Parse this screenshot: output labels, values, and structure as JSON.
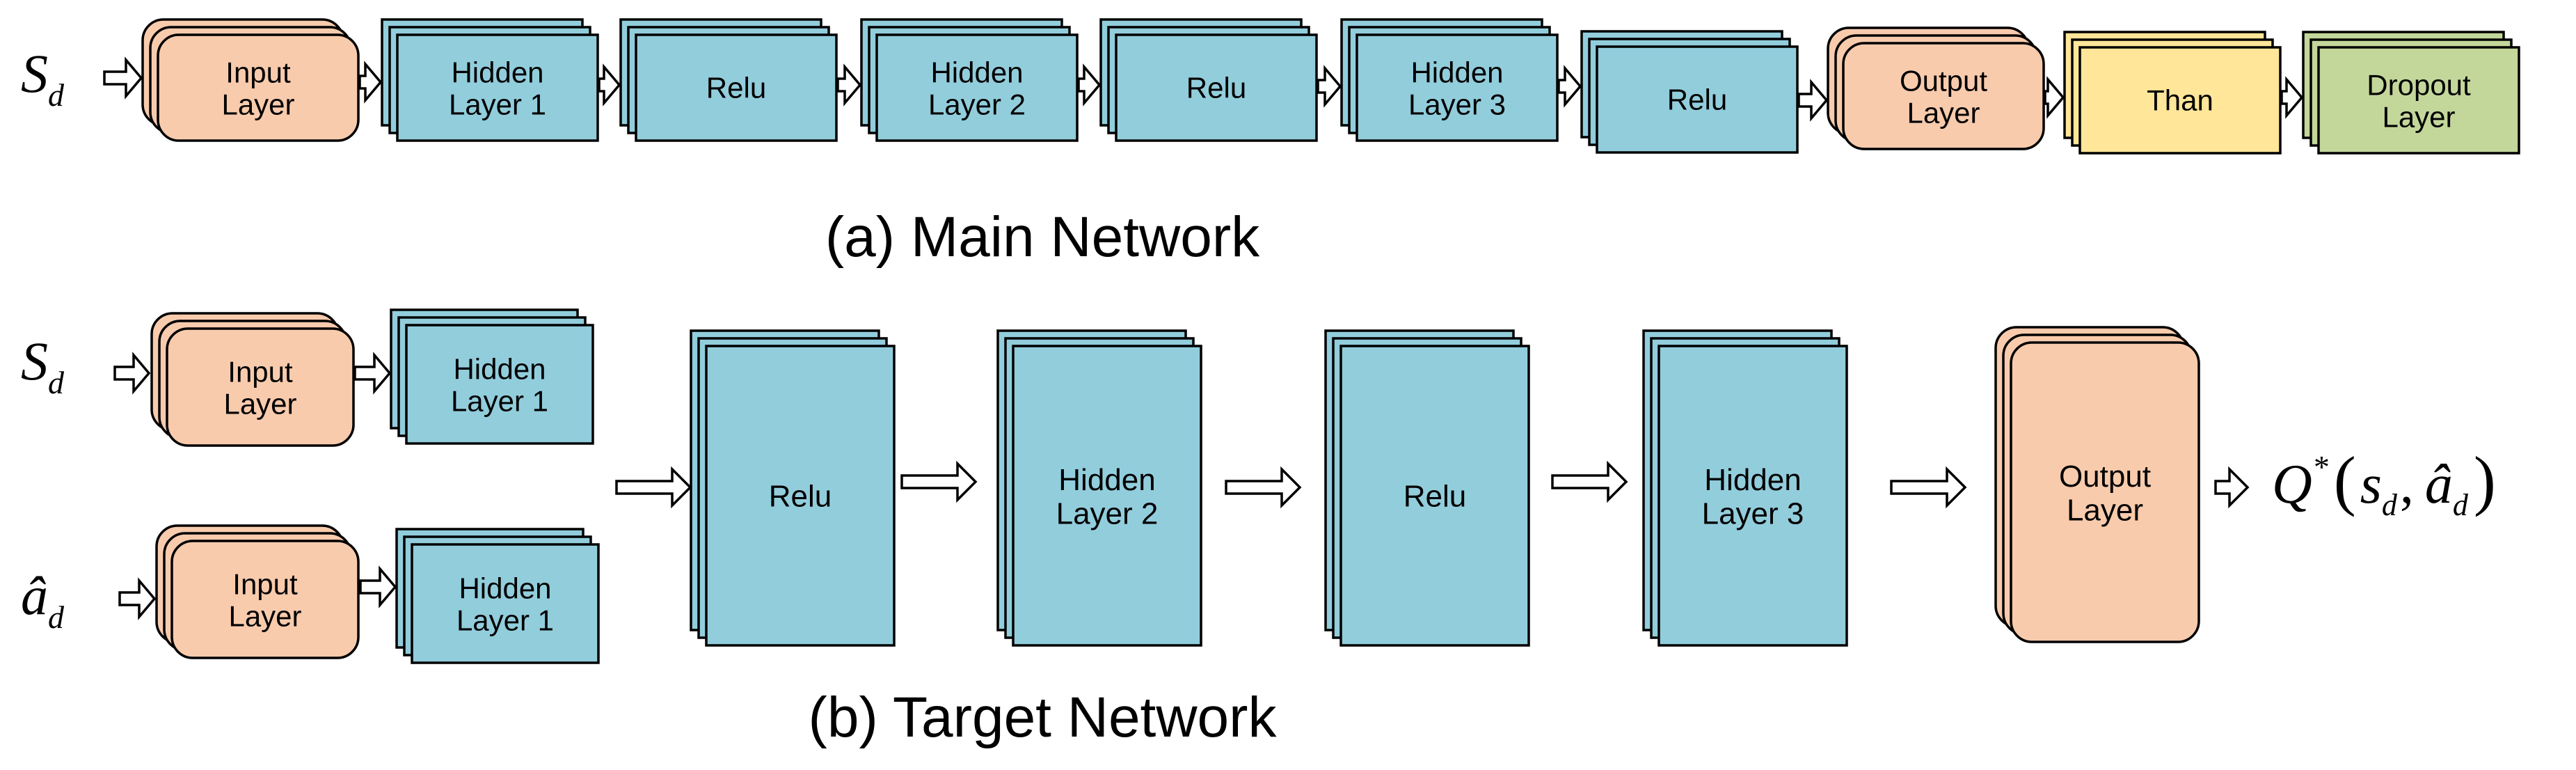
{
  "colors": {
    "peach": "#F8CBAD",
    "blue": "#92CDDC",
    "yellow": "#FFE699",
    "green": "#C4D79B",
    "stroke": "#000000"
  },
  "main_network": {
    "caption": "(a) Main Network",
    "input_symbol": {
      "base": "S",
      "sub": "d"
    },
    "blocks": [
      {
        "line1": "Input",
        "line2": "Layer"
      },
      {
        "line1": "Hidden",
        "line2": "Layer 1"
      },
      {
        "line1": "Relu",
        "line2": ""
      },
      {
        "line1": "Hidden",
        "line2": "Layer 2"
      },
      {
        "line1": "Relu",
        "line2": ""
      },
      {
        "line1": "Hidden",
        "line2": "Layer 3"
      },
      {
        "line1": "Relu",
        "line2": ""
      },
      {
        "line1": "Output",
        "line2": "Layer"
      },
      {
        "line1": "Than",
        "line2": ""
      },
      {
        "line1": "Dropout",
        "line2": "Layer"
      }
    ]
  },
  "target_network": {
    "caption": "(b) Target Network",
    "state_symbol": {
      "base": "S",
      "sub": "d"
    },
    "action_symbol": {
      "base": "â",
      "sub": "d"
    },
    "state_input": {
      "line1": "Input",
      "line2": "Layer"
    },
    "state_hidden": {
      "line1": "Hidden",
      "line2": "Layer 1"
    },
    "action_input": {
      "line1": "Input",
      "line2": "Layer"
    },
    "action_hidden": {
      "line1": "Hidden",
      "line2": "Layer 1"
    },
    "blocks": [
      {
        "line1": "Relu",
        "line2": ""
      },
      {
        "line1": "Hidden",
        "line2": "Layer 2"
      },
      {
        "line1": "Relu",
        "line2": ""
      },
      {
        "line1": "Hidden",
        "line2": "Layer 3"
      },
      {
        "line1": "Output",
        "line2": "Layer"
      }
    ],
    "output_expr": {
      "q": "Q",
      "star": "*",
      "open": "(",
      "s": "s",
      "s_sub": "d",
      "comma": ",",
      "a": "â",
      "a_sub": "d",
      "close": ")"
    }
  }
}
